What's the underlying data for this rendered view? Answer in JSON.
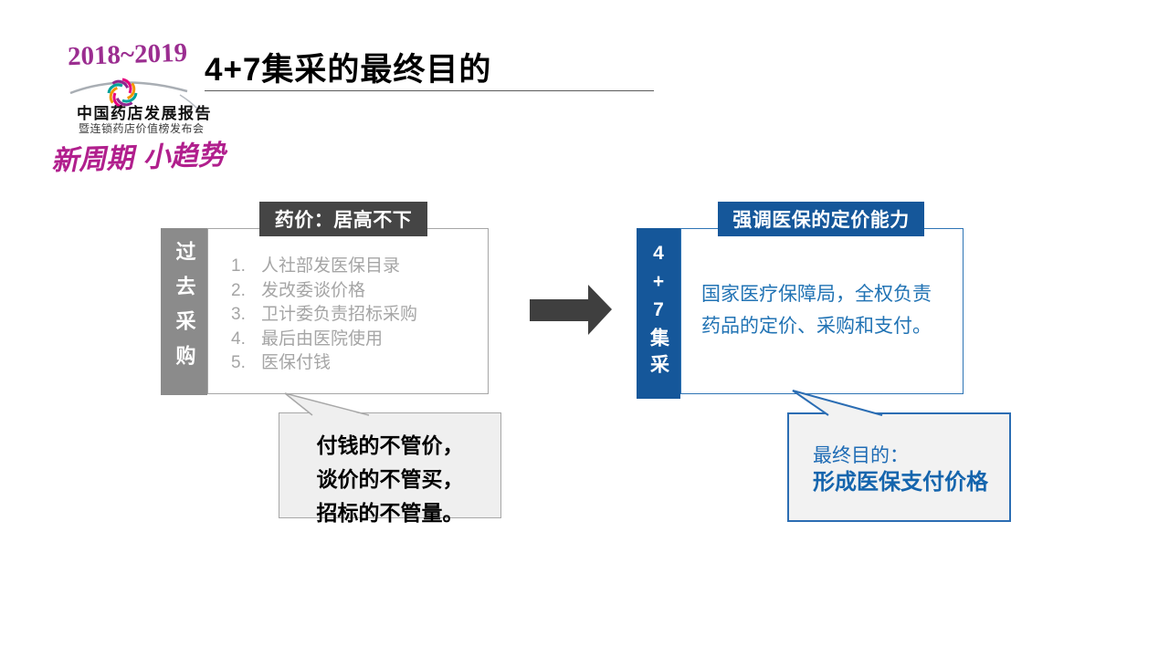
{
  "logo": {
    "years": "2018~2019",
    "report_title": "中国药店发展报告",
    "report_subtitle": "暨连锁药店价值榜发布会",
    "slogan": "新周期 小趋势"
  },
  "header": {
    "title": "4+7集采的最终目的"
  },
  "left_panel": {
    "tag": "药价：居高不下",
    "side_label": "过去采购",
    "items": [
      {
        "num": "1.",
        "text": "人社部发医保目录"
      },
      {
        "num": "2.",
        "text": "发改委谈价格"
      },
      {
        "num": "3.",
        "text": "卫计委负责招标采购"
      },
      {
        "num": "4.",
        "text": "最后由医院使用"
      },
      {
        "num": "5.",
        "text": "医保付钱"
      }
    ],
    "callout_lines": [
      "付钱的不管价，",
      "谈价的不管买，",
      "招标的不管量。"
    ]
  },
  "right_panel": {
    "tag": "强调医保的定价能力",
    "side_label": "4+7集采",
    "body_lines": [
      "国家医疗保障局，全权负责",
      "药品的定价、采购和支付。"
    ],
    "callout": {
      "line1": "最终目的：",
      "line2": "形成医保支付价格"
    }
  },
  "colors": {
    "blue_fill": "#15579a",
    "blue_border": "#2b6db3",
    "blue_text": "#2173b4",
    "dark_tag_gray": "#454545",
    "bar_gray": "#8b8b8b",
    "list_gray": "#a5a5a5",
    "callout_gray_fill": "#efefef",
    "arrow_gray": "#3f3f3f",
    "logo_purple": "#9b2d90",
    "slogan_magenta": "#b11f8d"
  }
}
